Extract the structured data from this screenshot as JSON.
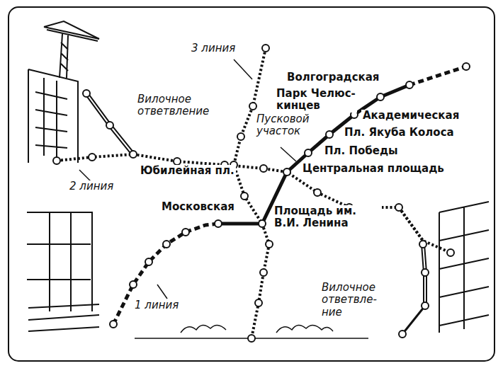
{
  "diagram": {
    "labels": [
      "3 линия",
      "Вилочное ответвление",
      "Волгоградская",
      "Парк Челюс- кинцев",
      "Пусковой участок",
      "Академическая",
      "Пл. Якуба Колоса",
      "Пл. Победы",
      "Центральная площадь",
      "2 линия",
      "Юбилейная пл.",
      "Московская",
      "Площадь им. В.И. Ленина",
      "1 линия",
      "Вилочное ответвле- ние"
    ]
  }
}
